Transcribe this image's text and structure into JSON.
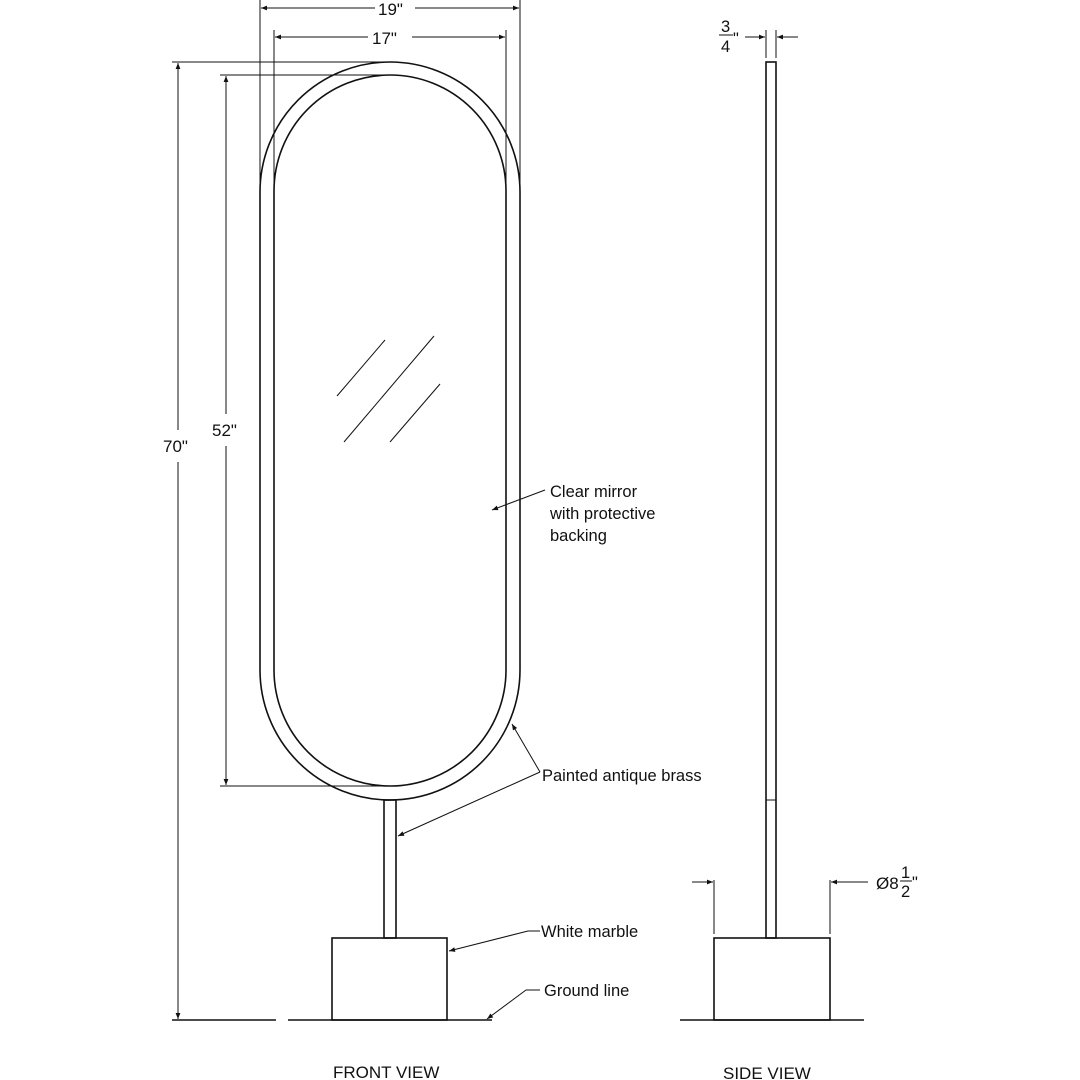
{
  "dimensions": {
    "overall_width": "19\"",
    "mirror_width": "17\"",
    "overall_height": "70\"",
    "mirror_height": "52\"",
    "thickness_num": "3",
    "thickness_den": "4",
    "thickness_unit": "\"",
    "base_diameter_prefix": "Ø8",
    "base_diameter_num": "1",
    "base_diameter_den": "2",
    "base_diameter_unit": "\""
  },
  "callouts": {
    "mirror_line1": "Clear  mirror",
    "mirror_line2": "with protective",
    "mirror_line3": "backing",
    "frame": "Painted antique brass",
    "base": "White marble",
    "ground": "Ground line"
  },
  "views": {
    "front": "FRONT VIEW",
    "side": "SIDE VIEW"
  }
}
